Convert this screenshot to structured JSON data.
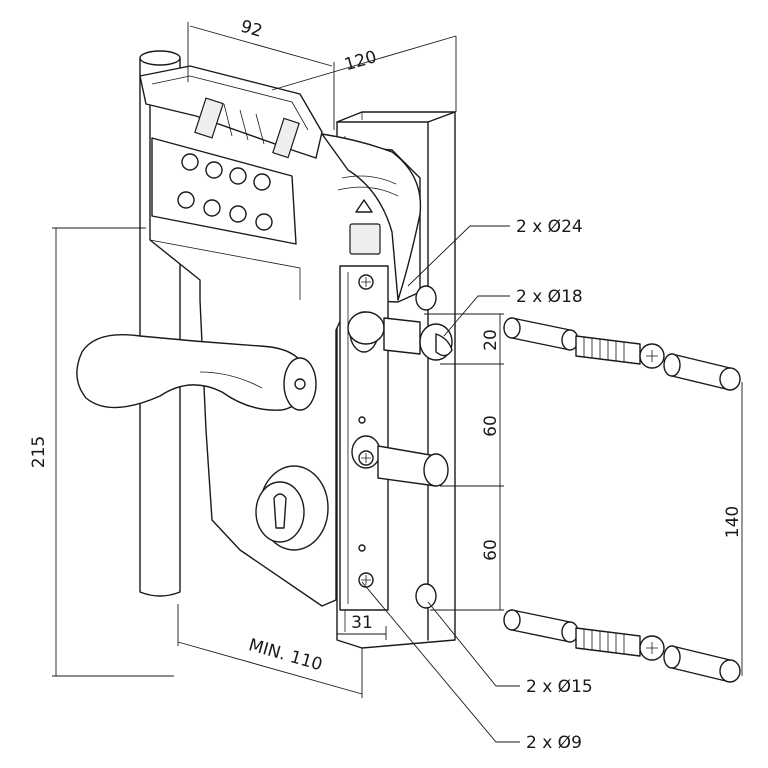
{
  "dimensions": {
    "width_top": "92",
    "width_total": "120",
    "height_total": "215",
    "gap_top": "20",
    "spacing_upper": "60",
    "spacing_lower": "60",
    "bolt_spacing": "140",
    "plate_width": "31",
    "min_depth": "MIN. 110"
  },
  "callouts": {
    "hole_24": "2 x Ø24",
    "hole_18": "2 x Ø18",
    "hole_15": "2 x Ø15",
    "hole_9": "2 x Ø9"
  }
}
